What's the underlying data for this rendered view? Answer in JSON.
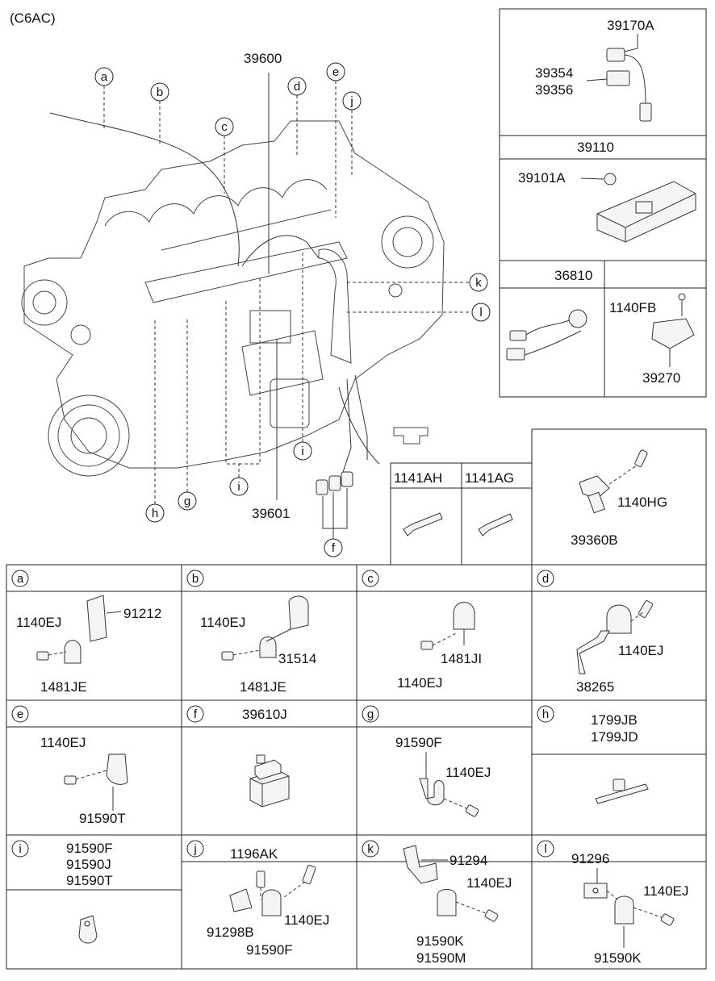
{
  "header": {
    "title": "(C6AC)"
  },
  "main_callouts": {
    "a": "a",
    "b": "b",
    "c": "c",
    "d": "d",
    "e": "e",
    "f": "f",
    "g": "g",
    "h": "h",
    "i1": "i",
    "i2": "i",
    "j": "j",
    "k": "k",
    "l": "l",
    "p39600": "39600",
    "p39601": "39601"
  },
  "right_panel": {
    "p39170A": "39170A",
    "p39354": "39354",
    "p39356": "39356",
    "p39110": "39110",
    "p39101A": "39101A",
    "p36810": "36810",
    "p1140FB": "1140FB",
    "p39270": "39270"
  },
  "bolts_panel": {
    "col1": "1141AH",
    "col2": "1141AG",
    "p1140HG": "1140HG",
    "p39360B": "39360B"
  },
  "cells": {
    "a": {
      "letter": "a",
      "parts": [
        "91212",
        "1140EJ",
        "1481JE"
      ]
    },
    "b": {
      "letter": "b",
      "parts": [
        "1140EJ",
        "31514",
        "1481JE"
      ]
    },
    "c": {
      "letter": "c",
      "parts": [
        "1481JI",
        "1140EJ"
      ]
    },
    "d": {
      "letter": "d",
      "parts": [
        "1140EJ",
        "38265"
      ]
    },
    "e": {
      "letter": "e",
      "parts": [
        "1140EJ",
        "91590T"
      ]
    },
    "f": {
      "letter": "f",
      "header_part": "39610J"
    },
    "g": {
      "letter": "g",
      "parts": [
        "91590F",
        "1140EJ"
      ]
    },
    "h": {
      "letter": "h",
      "header_parts": [
        "1799JB",
        "1799JD"
      ]
    },
    "i": {
      "letter": "i",
      "header_parts": [
        "91590F",
        "91590J",
        "91590T"
      ]
    },
    "j": {
      "letter": "j",
      "parts": [
        "1196AK",
        "91298B",
        "1140EJ",
        "91590F"
      ]
    },
    "k": {
      "letter": "k",
      "parts": [
        "91294",
        "1140EJ",
        "91590K",
        "91590M"
      ]
    },
    "l": {
      "letter": "l",
      "parts": [
        "91296",
        "1140EJ",
        "91590K"
      ]
    }
  }
}
